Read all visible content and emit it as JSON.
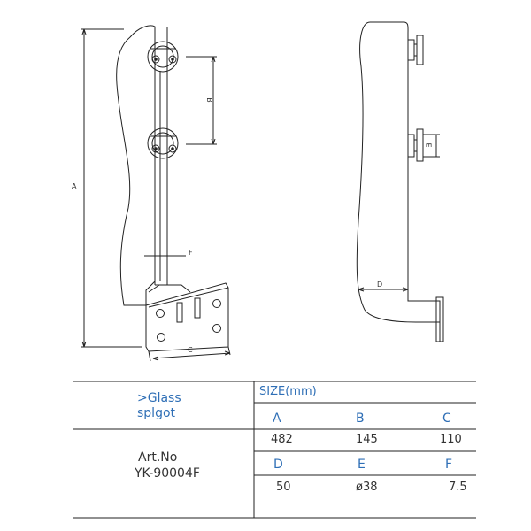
{
  "drawing": {
    "dim_labels": {
      "A": "A",
      "B": "B",
      "C": "C",
      "D": "D",
      "E": "E",
      "F": "F"
    }
  },
  "table": {
    "product_name_line1": ">Glass",
    "product_name_line2": "splgot",
    "size_header": "SIZE(mm)",
    "art_no_label": "Art.No",
    "art_no_value": "YK-90004F",
    "row1": [
      {
        "label": "A",
        "value": "482"
      },
      {
        "label": "B",
        "value": "145"
      },
      {
        "label": "C",
        "value": "110"
      }
    ],
    "row2": [
      {
        "label": "D",
        "value": "50"
      },
      {
        "label": "E",
        "value": "ø38"
      },
      {
        "label": "F",
        "value": "7.5"
      }
    ]
  },
  "colors": {
    "label_blue": "#2f6fb6",
    "line": "#222222"
  }
}
